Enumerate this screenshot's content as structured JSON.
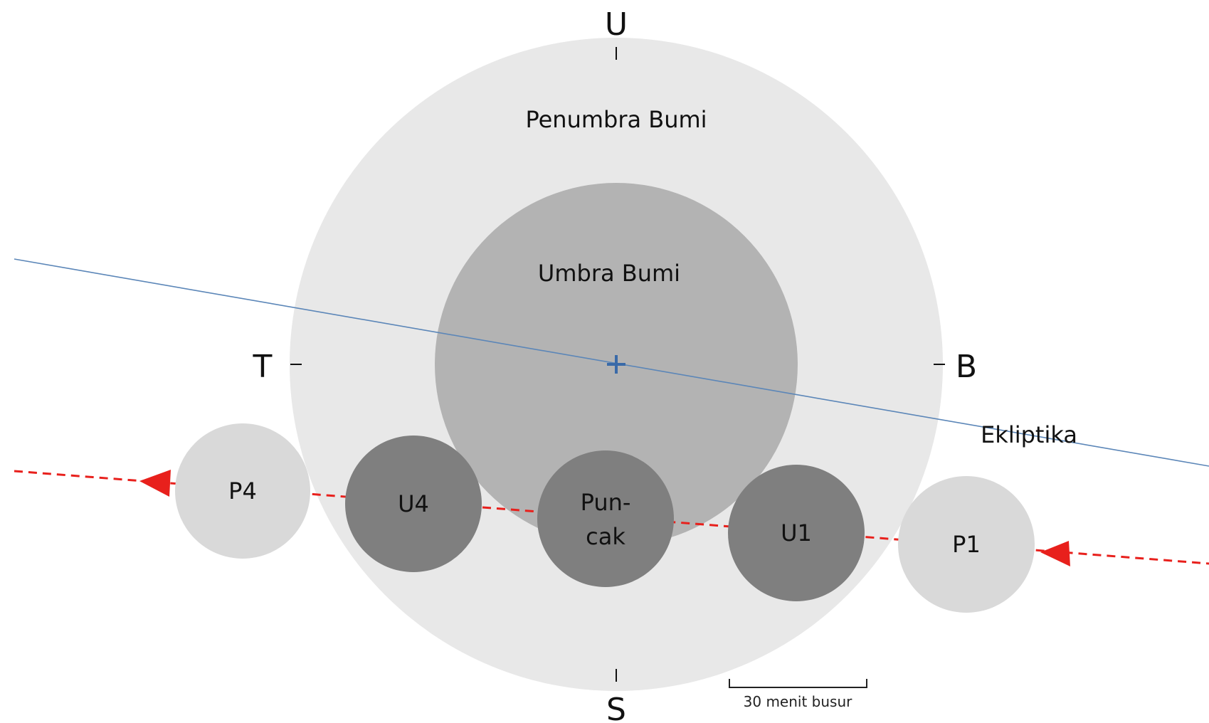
{
  "directions": {
    "north": "U",
    "south": "S",
    "east": "T",
    "west": "B"
  },
  "zones": {
    "penumbra": "Penumbra Bumi",
    "umbra": "Umbra Bumi"
  },
  "ecliptic_label": "Ekliptika",
  "moon_positions": [
    {
      "id": "p4",
      "label": "P4",
      "phase": "penumbral"
    },
    {
      "id": "u4",
      "label": "U4",
      "phase": "umbral"
    },
    {
      "id": "peak",
      "label_line1": "Pun-",
      "label_line2": "cak",
      "phase": "umbral"
    },
    {
      "id": "u1",
      "label": "U1",
      "phase": "umbral"
    },
    {
      "id": "p1",
      "label": "P1",
      "phase": "penumbral"
    }
  ],
  "scale_bar": {
    "label": "30 menit busur"
  },
  "colors": {
    "penumbra": "#e8e8e8",
    "umbra": "#b3b3b3",
    "moon_umbral": "#7f7f7f",
    "moon_penumbral": "#d9d9d9",
    "ecliptic": "#5b86b8",
    "moon_path": "#e8201c",
    "center_mark": "#3a6aa8"
  }
}
